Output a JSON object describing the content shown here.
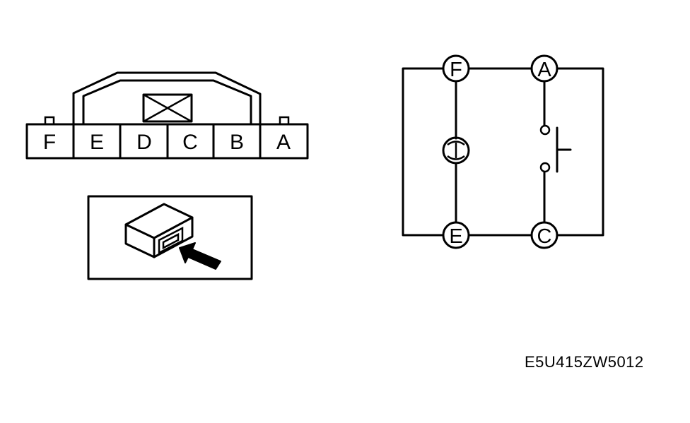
{
  "connector": {
    "pins": [
      "F",
      "E",
      "D",
      "C",
      "B",
      "A"
    ]
  },
  "circuit": {
    "terminals": {
      "top_left": "F",
      "top_right": "A",
      "bottom_left": "E",
      "bottom_right": "C"
    }
  },
  "figure_code": "E5U415ZW5012",
  "icons": [
    "connector-face-diagram",
    "relay-module-icon",
    "arrow-icon",
    "coil-icon",
    "switch-contact-icon"
  ]
}
